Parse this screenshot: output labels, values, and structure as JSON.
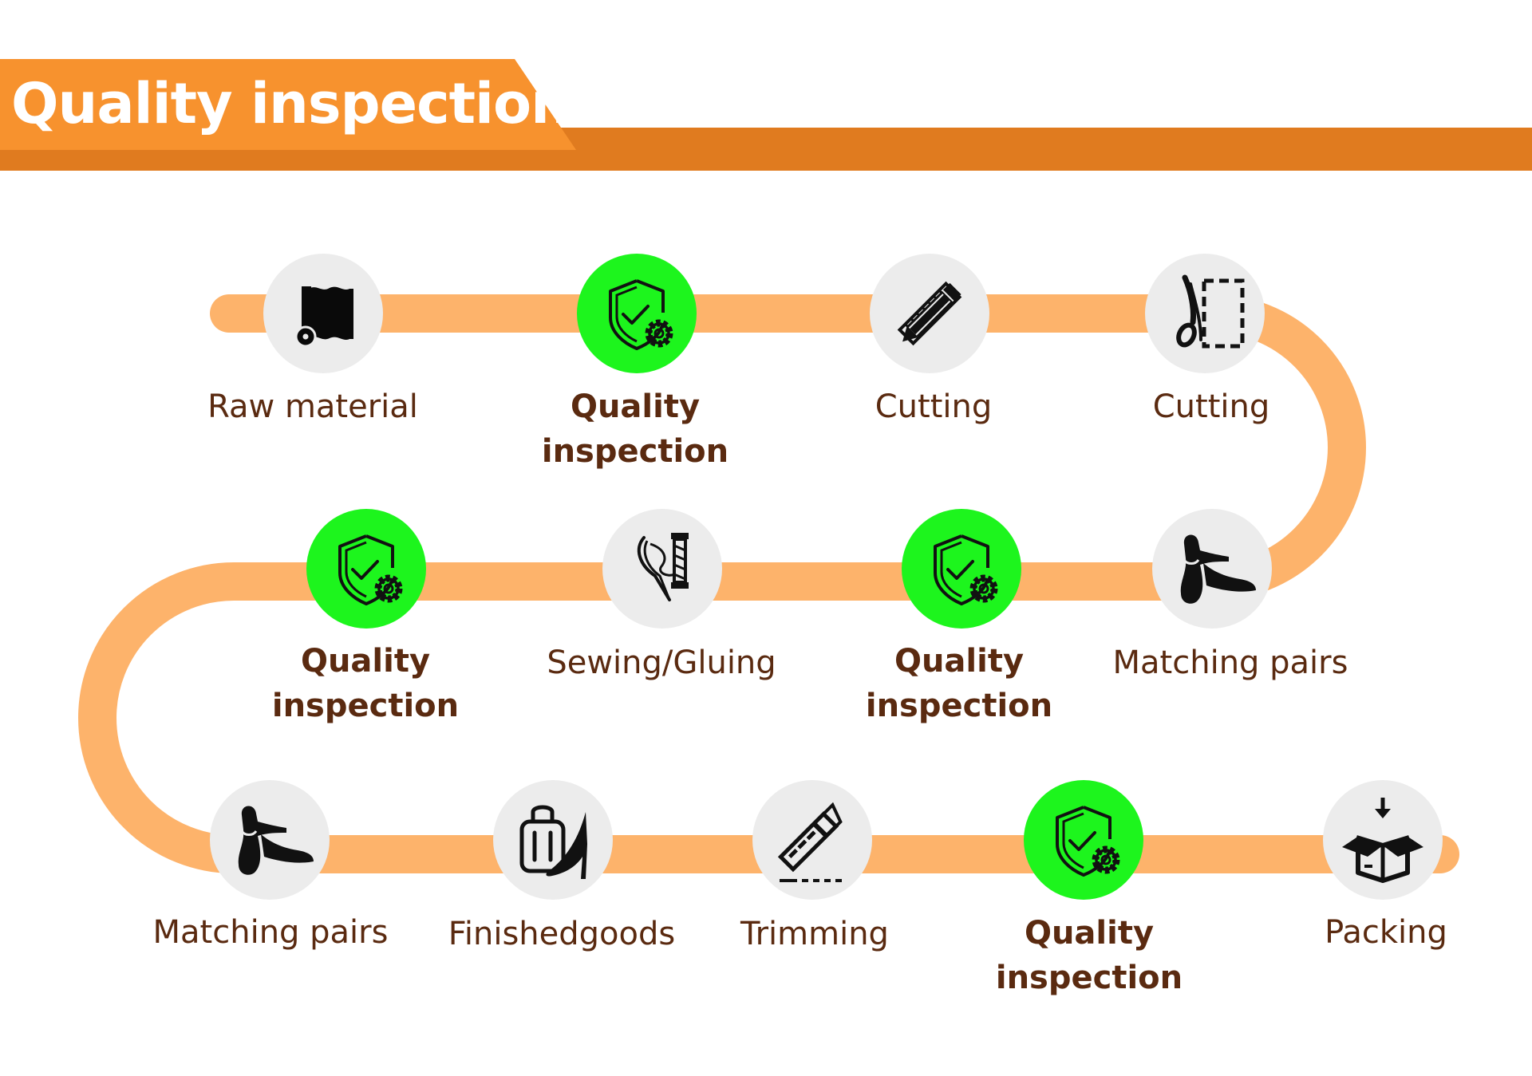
{
  "header": {
    "title": "Quality inspection"
  },
  "steps": [
    {
      "label": "Raw material",
      "icon": "fabric-roll-icon"
    },
    {
      "label": "Quality\ninspection",
      "icon": "shield-check-gear-icon"
    },
    {
      "label": "Cutting",
      "icon": "pencil-ruler-icon"
    },
    {
      "label": "Cutting",
      "icon": "scissors-dashed-icon"
    },
    {
      "label": "Matching pairs",
      "icon": "shoes-icon"
    },
    {
      "label": "Quality\ninspection",
      "icon": "shield-check-gear-icon"
    },
    {
      "label": "Sewing/Gluing",
      "icon": "needle-thread-icon"
    },
    {
      "label": "Quality\ninspection",
      "icon": "shield-check-gear-icon"
    },
    {
      "label": "Matching pairs",
      "icon": "shoes-icon"
    },
    {
      "label": "Finishedgoods",
      "icon": "bag-heel-icon"
    },
    {
      "label": "Trimming",
      "icon": "cutter-knife-icon"
    },
    {
      "label": "Quality\ninspection",
      "icon": "shield-check-gear-icon"
    },
    {
      "label": "Packing",
      "icon": "box-icon"
    }
  ],
  "colors": {
    "track": "#fdb36b",
    "header_tab": "#f7922e",
    "header_bar": "#e07b1f",
    "quality_node": "#1df51d",
    "node": "#ececec",
    "label_text": "#5a2a10"
  }
}
